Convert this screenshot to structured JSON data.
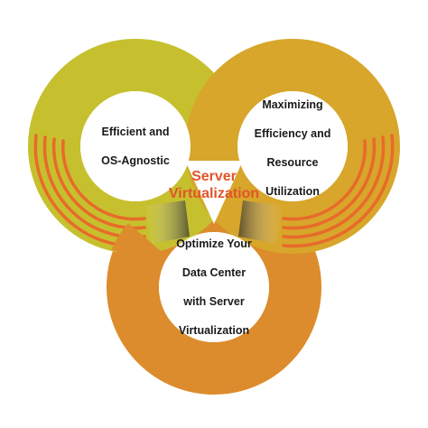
{
  "center": {
    "line1": "Server",
    "line2": "Virtualization",
    "color": "#e0552a"
  },
  "nodes": [
    {
      "id": "left",
      "line1": "Efficient and",
      "line2": "OS-Agnostic",
      "line3": "",
      "line4": "",
      "ring_color": "#c6c02e"
    },
    {
      "id": "right",
      "line1": "Maximizing",
      "line2": "Efficiency and",
      "line3": "Resource",
      "line4": "Utilization",
      "ring_color": "#d7a62a"
    },
    {
      "id": "bottom",
      "line1": "Optimize Your",
      "line2": "Data Center",
      "line3": "with Server",
      "line4": "Virtualization",
      "ring_color": "#dc8c2c"
    }
  ],
  "accent_stripe_color": "#e86a2a"
}
